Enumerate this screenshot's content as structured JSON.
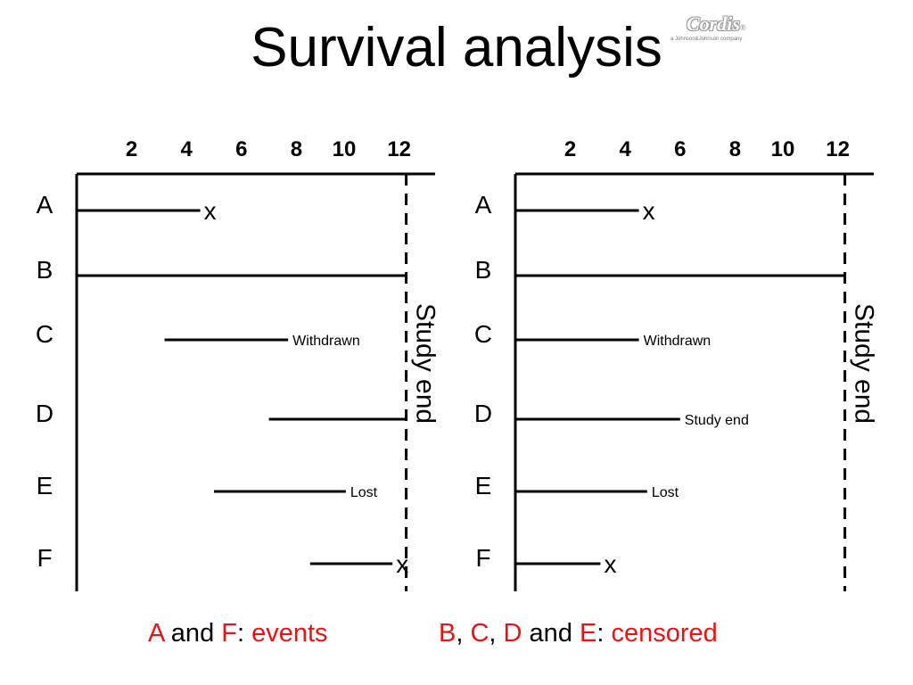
{
  "title": "Survival analysis",
  "logo": {
    "word": "Cordis",
    "reg": "®",
    "sub": "a Johnson&Johnson company"
  },
  "axis_ticks": [
    "2",
    "4",
    "6",
    "8",
    "10",
    "12"
  ],
  "row_labels": [
    "A",
    "B",
    "C",
    "D",
    "E",
    "F"
  ],
  "study_end_label": "Study end",
  "panels": [
    {
      "id": "left",
      "rows": [
        {
          "label": "A",
          "start": 0,
          "end": 4.5,
          "marker": "x"
        },
        {
          "label": "B",
          "start": 0,
          "end": 12,
          "marker": ""
        },
        {
          "label": "C",
          "start": 3.2,
          "end": 7.7,
          "marker": "Withdrawn"
        },
        {
          "label": "D",
          "start": 7,
          "end": 12,
          "marker": ""
        },
        {
          "label": "E",
          "start": 5,
          "end": 9.8,
          "marker": "Lost"
        },
        {
          "label": "F",
          "start": 8.5,
          "end": 11.5,
          "marker": "x"
        }
      ]
    },
    {
      "id": "right",
      "rows": [
        {
          "label": "A",
          "start": 0,
          "end": 4.5,
          "marker": "x"
        },
        {
          "label": "B",
          "start": 0,
          "end": 12,
          "marker": ""
        },
        {
          "label": "C",
          "start": 0,
          "end": 4.5,
          "marker": "Withdrawn"
        },
        {
          "label": "D",
          "start": 0,
          "end": 6,
          "marker": "Study end"
        },
        {
          "label": "E",
          "start": 0,
          "end": 4.8,
          "marker": "Lost"
        },
        {
          "label": "F",
          "start": 0,
          "end": 3.1,
          "marker": "x"
        }
      ]
    }
  ],
  "footer": {
    "events": {
      "a": "A",
      "and": " and ",
      "f": "F",
      "colon": ": ",
      "word": "events"
    },
    "censored": {
      "b": "B",
      "sep1": ", ",
      "c": "C",
      "sep2": ", ",
      "d": "D",
      "and": " and ",
      "e": "E",
      "colon": ": ",
      "word": "censored"
    }
  },
  "colors": {
    "accent": "#ee1111",
    "line": "#000000"
  }
}
